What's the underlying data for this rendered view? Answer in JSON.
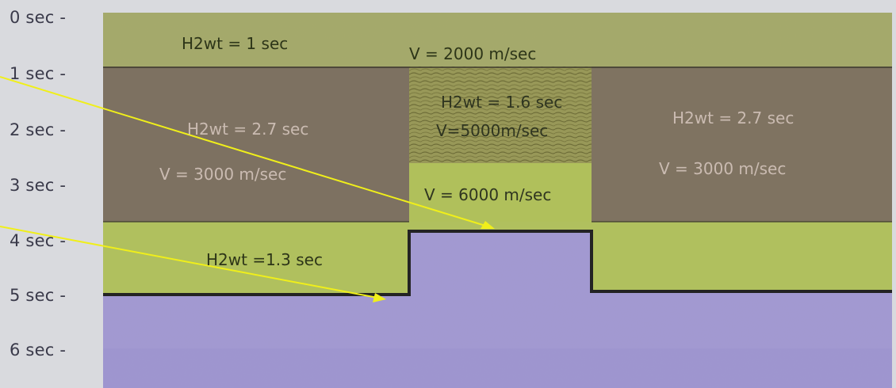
{
  "axis": {
    "ticks": [
      "0 sec -",
      "1 sec -",
      "2 sec -",
      "3 sec -",
      "4 sec -",
      "5 sec -",
      "6 sec -"
    ]
  },
  "layers": {
    "top": {
      "h2wt": "H2wt = 1 sec",
      "velocity": "V = 2000 m/sec"
    },
    "left_brown": {
      "h2wt": "H2wt = 2.7 sec",
      "velocity": "V = 3000 m/sec"
    },
    "center_striped": {
      "h2wt": "H2wt = 1.6 sec",
      "velocity": "V=5000m/sec"
    },
    "center_green": {
      "velocity": "V = 6000 m/sec"
    },
    "right_brown": {
      "h2wt": "H2wt = 2.7 sec",
      "velocity": "V = 3000 m/sec"
    },
    "lower_green": {
      "h2wt": "H2wt =1.3 sec"
    }
  },
  "colors": {
    "top_layer": "#a7ac6a",
    "brown_layer": "#7d705f",
    "striped_layer": "#9b9a54",
    "green_layer": "#b5c65a",
    "basement": "#a39ad6",
    "arrow": "#f0ef1a",
    "boundary": "#1d1d1d"
  }
}
